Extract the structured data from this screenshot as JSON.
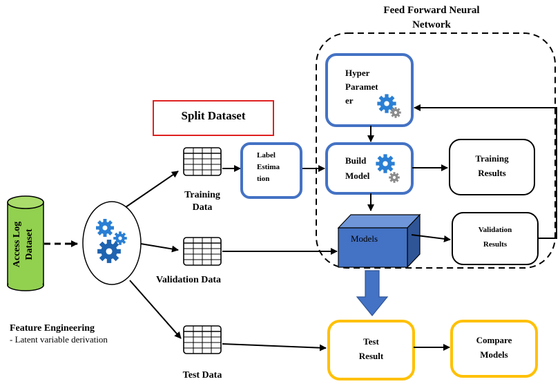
{
  "title": {
    "line1": "Feed Forward Neural",
    "line2": "Network"
  },
  "split_dataset": "Split Dataset",
  "dataset": {
    "line1": "Access Log",
    "line2": "Dataset"
  },
  "feature_engineering": {
    "title": "Feature Engineering",
    "subtitle": "- Latent variable derivation"
  },
  "training_data": {
    "line1": "Training",
    "line2": "Data"
  },
  "validation_data": "Validation Data",
  "test_data": "Test Data",
  "label_estimation": {
    "line1": "Label",
    "line2": "Estima",
    "line3": "tion"
  },
  "hyper_param": {
    "line1": "Hyper",
    "line2": "Paramet",
    "line3": "er"
  },
  "build_model": {
    "line1": "Build",
    "line2": "Model"
  },
  "training_results": {
    "line1": "Training",
    "line2": "Results"
  },
  "models": "Models",
  "validation_results": {
    "line1": "Validation",
    "line2": "Results"
  },
  "test_result": {
    "line1": "Test",
    "line2": "Result"
  },
  "compare_models": {
    "line1": "Compare",
    "line2": "Models"
  },
  "colors": {
    "blue_border": "#4472c4",
    "yellow_border": "#ffc000",
    "red_border": "#e02020",
    "cylinder_green": "#92d050",
    "cube_blue": "#4472c4",
    "gear_blue": "#2a7fd4"
  },
  "icons": [
    "gears-icon",
    "gear-icon",
    "table-icon",
    "cylinder-database-icon",
    "down-arrow-icon"
  ]
}
